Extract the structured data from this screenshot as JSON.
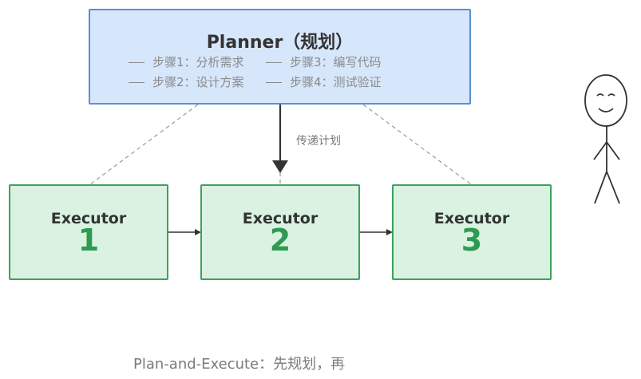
{
  "planner": {
    "title": "Planner（规划）",
    "steps": [
      "步骤1：分析需求",
      "步骤2：设计方案",
      "步骤3：编写代码",
      "步骤4：测试验证"
    ]
  },
  "edge_label": "传递计划",
  "executors": [
    {
      "label": "Executor",
      "number": "1"
    },
    {
      "label": "Executor",
      "number": "2"
    },
    {
      "label": "Executor",
      "number": "3"
    }
  ],
  "caption": "Plan-and-Execute：先规划，再",
  "colors": {
    "planner_fill": "#d6e6fb",
    "planner_border": "#5b8fd1",
    "executor_fill": "#d9f2e1",
    "executor_border": "#3fa05b",
    "executor_number": "#2e9a52"
  }
}
